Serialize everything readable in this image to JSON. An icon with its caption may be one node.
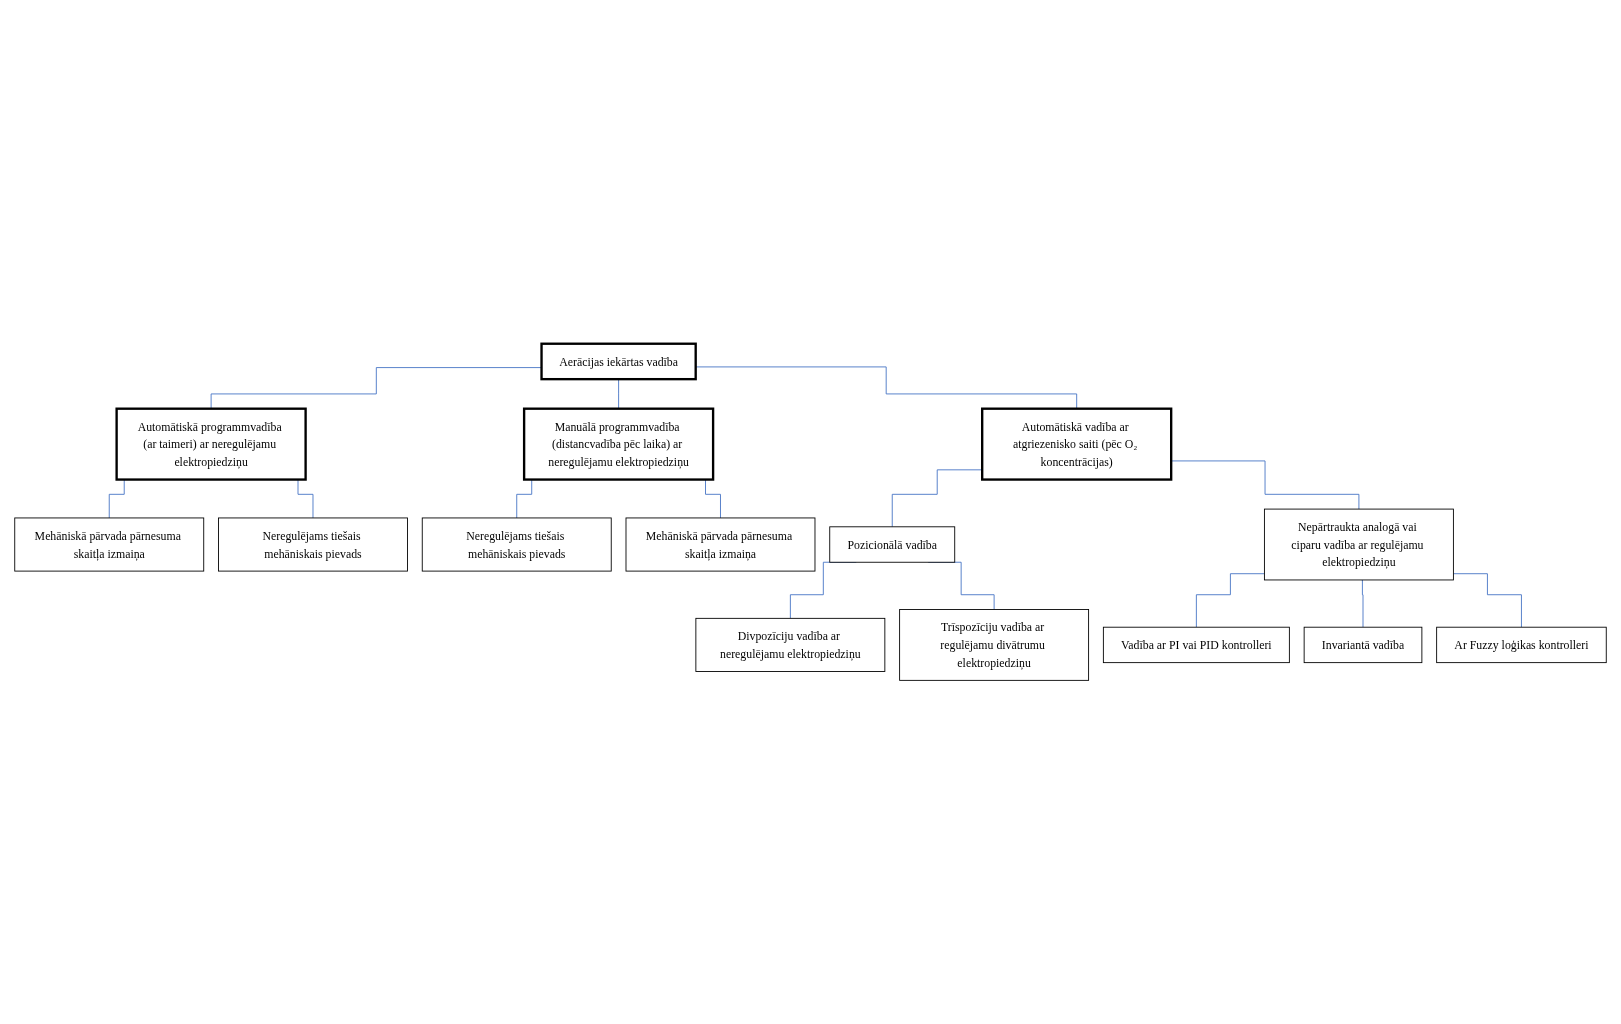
{
  "diagram": {
    "nodes": [
      {
        "text": [
          "Aerācijas iekārtas vadība"
        ]
      },
      {
        "text": [
          "Automātiskā programmvadība (ar taimeri) ar neregulējamu elektropiedziņu"
        ]
      },
      {
        "text": [
          "Manuālā programmvadība (distancvadība pēc laika) ar neregulējamu elektropiedziņu"
        ]
      },
      {
        "text": [
          "Automātiskā vadība ar atgriezenisko saiti (pēc O₂ koncentrācijas)"
        ]
      },
      {
        "text": [
          "Mehāniskā pārvada pārnesuma skaitļa izmaiņa"
        ]
      },
      {
        "text": [
          "Neregulējams tiešais mehāniskais pievads"
        ]
      },
      {
        "text": [
          "Neregulējams tiešais mehāniskais pievads"
        ]
      },
      {
        "text": [
          "Mehāniskā pārvada pārnesuma skaitļa izmaiņa"
        ]
      },
      {
        "text": [
          "Pozicionālā vadība"
        ]
      },
      {
        "text": [
          "Nepārtraukta analogā vai ciparu vadība ar regulējamu elektropiedziņu"
        ]
      },
      {
        "text": [
          "Divpozīciju vadība ar neregulējamu elektropiedziņu"
        ]
      },
      {
        "text": [
          "Trīspozīciju vadība ar regulējamu divātrumu elektropiedziņu"
        ]
      },
      {
        "text": [
          "Vadība ar PI vai PID kontrolleri"
        ]
      },
      {
        "text": [
          "Invariantā vadība"
        ]
      },
      {
        "text": [
          "Ar Fuzzy loģikas kontrolleri"
        ]
      }
    ],
    "edges": [
      {
        "from": 0,
        "to": 1,
        "arrow": "none"
      },
      {
        "from": 0,
        "to": 2,
        "arrow": "none"
      },
      {
        "from": 0,
        "to": 3,
        "arrow": "none"
      },
      {
        "from": 1,
        "to": 4,
        "arrow": "none"
      },
      {
        "from": 1,
        "to": 5,
        "arrow": "none"
      },
      {
        "from": 2,
        "to": 6,
        "arrow": "none"
      },
      {
        "from": 2,
        "to": 7,
        "arrow": "none"
      },
      {
        "from": 3,
        "to": 8,
        "arrow": "none"
      },
      {
        "from": 3,
        "to": 9,
        "arrow": "none"
      },
      {
        "from": 8,
        "to": 10,
        "arrow": "none"
      },
      {
        "from": 8,
        "to": 11,
        "arrow": "none"
      },
      {
        "from": 9,
        "to": 12,
        "arrow": "none"
      },
      {
        "from": 9,
        "to": 13,
        "arrow": "none"
      },
      {
        "from": 9,
        "to": 14,
        "arrow": "none"
      }
    ]
  }
}
